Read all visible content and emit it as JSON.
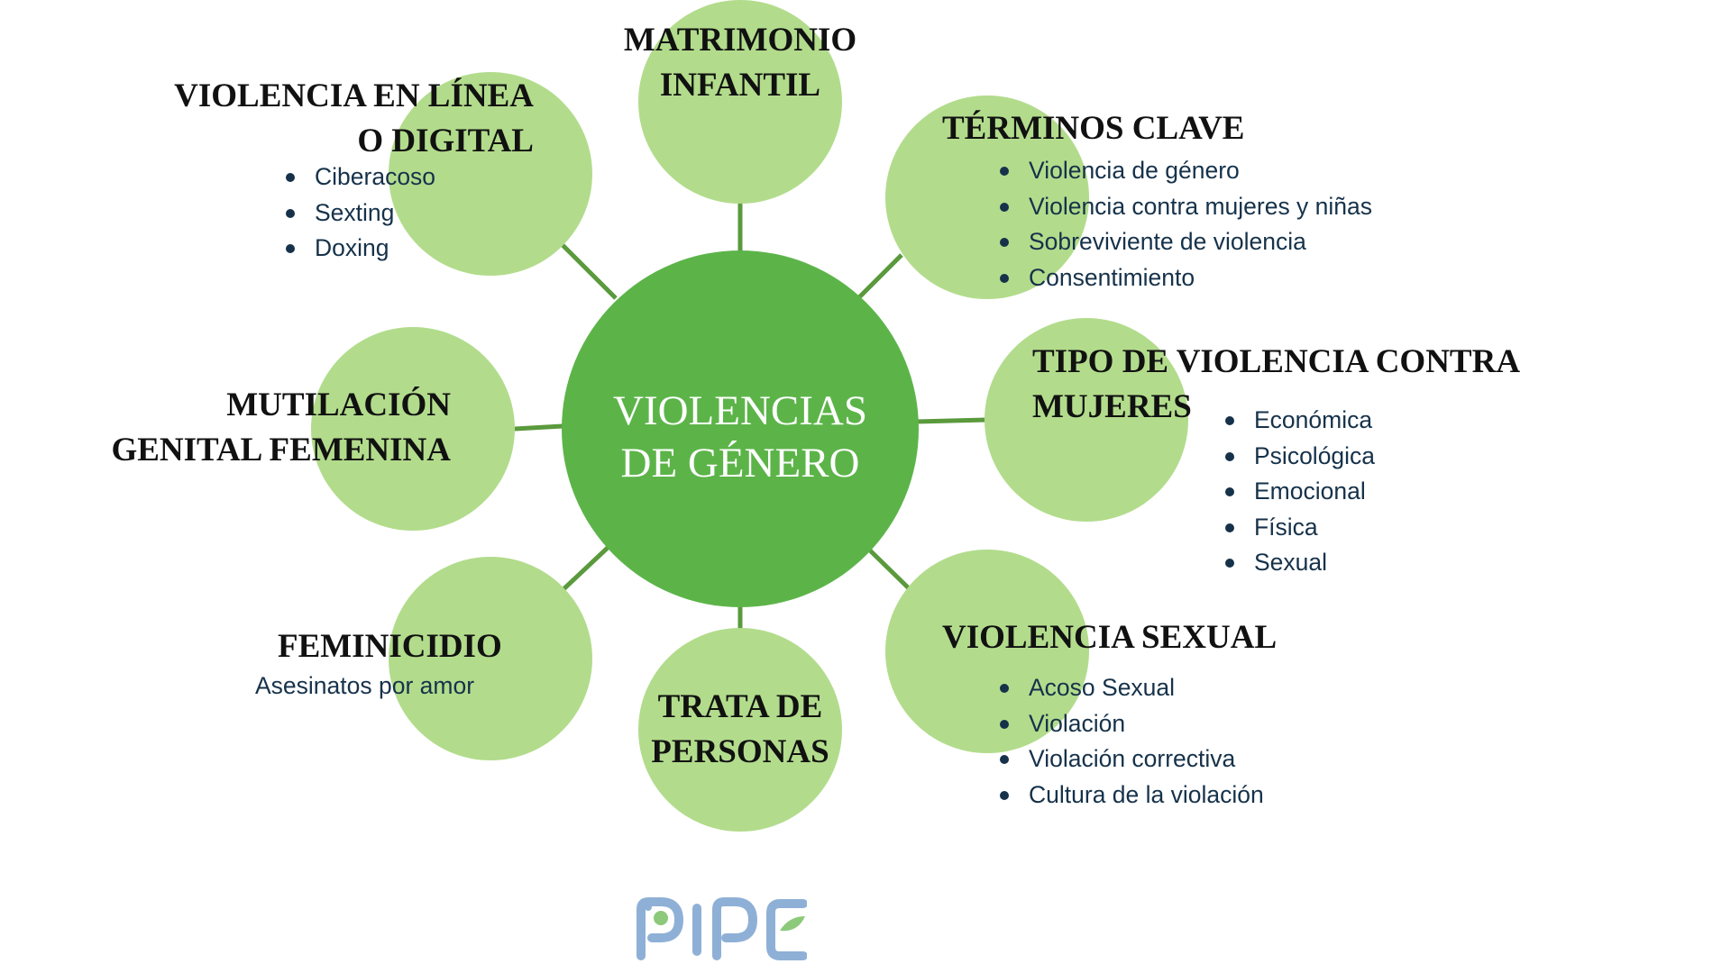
{
  "center": {
    "lines": [
      "VIOLENCIAS",
      "DE GÉNERO"
    ]
  },
  "nodes": {
    "matrimonio": {
      "lines": [
        "MATRIMONIO",
        "INFANTIL"
      ]
    },
    "terminos": {
      "lines": [
        "TÉRMINOS CLAVE"
      ],
      "items": [
        "Violencia de género",
        "Violencia contra mujeres y niñas",
        "Sobreviviente de violencia",
        "Consentimiento"
      ]
    },
    "tipo": {
      "lines": [
        "TIPO DE VIOLENCIA CONTRA",
        "MUJERES"
      ],
      "items": [
        "Económica",
        "Psicológica",
        "Emocional",
        "Física",
        "Sexual"
      ]
    },
    "sexual": {
      "lines": [
        "VIOLENCIA SEXUAL"
      ],
      "items": [
        "Acoso Sexual",
        "Violación",
        "Violación correctiva",
        "Cultura de la violación"
      ]
    },
    "trata": {
      "lines": [
        "TRATA DE",
        "PERSONAS"
      ]
    },
    "feminicidio": {
      "lines": [
        "FEMINICIDIO"
      ],
      "subtext": "Asesinatos por amor"
    },
    "mutilacion": {
      "lines": [
        "MUTILACIÓN",
        "GENITAL FEMENINA"
      ]
    },
    "digital": {
      "lines": [
        "VIOLENCIA EN LÍNEA",
        "O DIGITAL"
      ],
      "items": [
        "Ciberacoso",
        "Sexting",
        "Doxing"
      ]
    }
  },
  "logo": {
    "text": "PIPE",
    "colors": {
      "blue": "#8fb0d6",
      "green": "#8cc97a"
    }
  },
  "colors": {
    "center_circle": "#5cb449",
    "outer_circle": "#b2dc8c",
    "connector": "#5a9a3d",
    "title_text": "#111111",
    "bullet_text": "#16324a"
  }
}
